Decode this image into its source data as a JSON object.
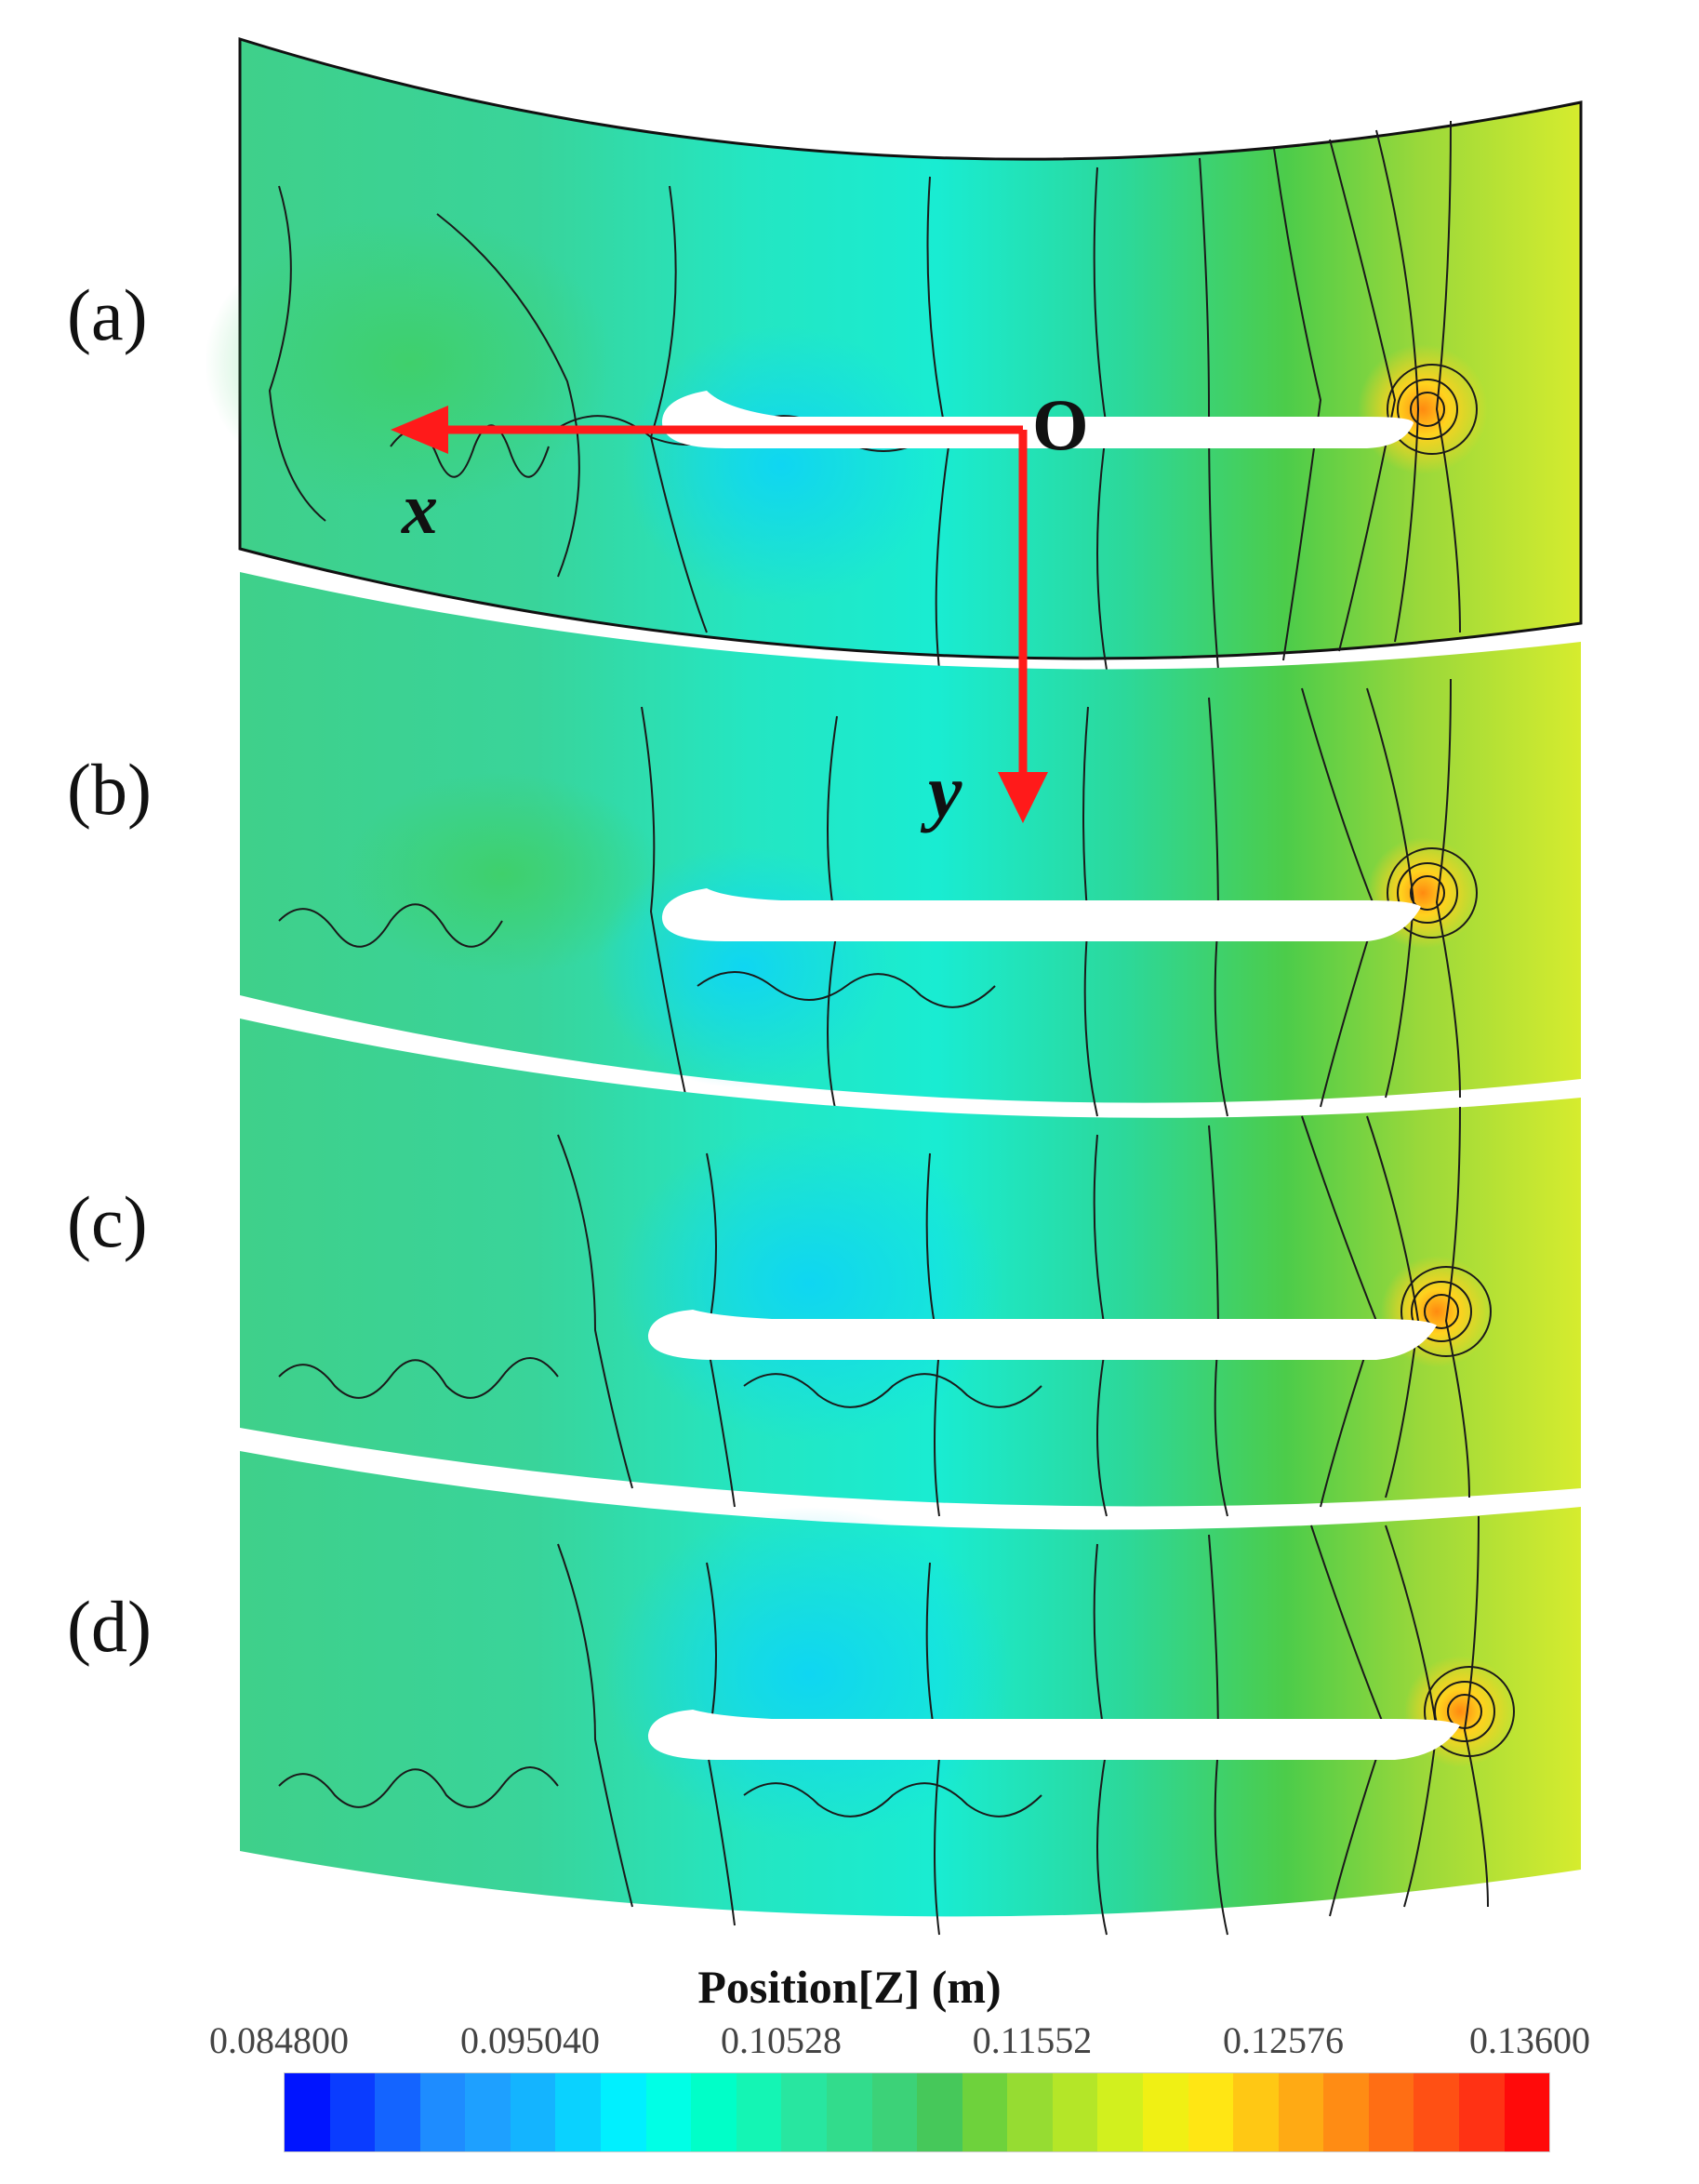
{
  "panel_labels": [
    "(a)",
    "(b)",
    "(c)",
    "(d)"
  ],
  "axes": {
    "origin": "O",
    "x": "x",
    "y": "y",
    "arrow_color": "#ff1a1a"
  },
  "colorbar": {
    "title": "Position[Z] (m)",
    "ticks": [
      "0.084800",
      "0.095040",
      "0.10528",
      "0.11552",
      "0.12576",
      "0.13600"
    ],
    "colors": [
      "#0014ff",
      "#0a3cff",
      "#1464ff",
      "#1e8cff",
      "#1ea0ff",
      "#14b4ff",
      "#0ad2ff",
      "#00f0ff",
      "#00ffe6",
      "#00ffc8",
      "#14f5b4",
      "#28e6a0",
      "#32dc8c",
      "#3cd278",
      "#46c85a",
      "#6ed23c",
      "#96dc32",
      "#b4e628",
      "#d2f01e",
      "#f0f014",
      "#ffe614",
      "#ffc814",
      "#ffaa14",
      "#ff8c14",
      "#ff6e14",
      "#ff5014",
      "#ff3214",
      "#ff0a0a"
    ]
  }
}
